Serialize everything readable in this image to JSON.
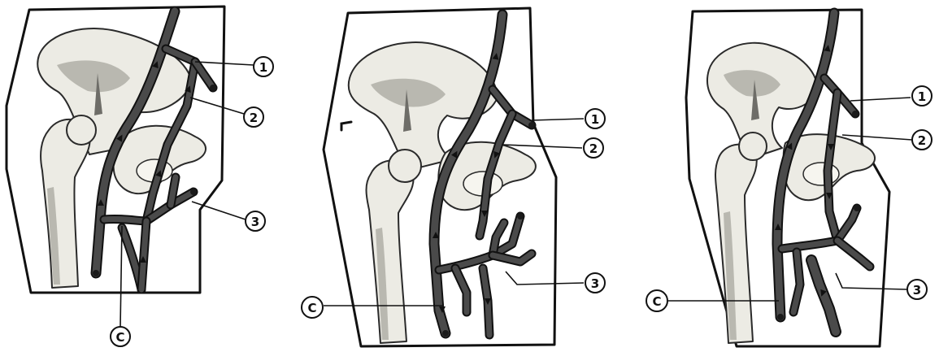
{
  "panels": [
    {
      "labels": {
        "one": "1",
        "two": "2",
        "three": "3",
        "c": "C"
      }
    },
    {
      "labels": {
        "one": "1",
        "two": "2",
        "three": "3",
        "c": "C"
      }
    },
    {
      "labels": {
        "one": "1",
        "two": "2",
        "three": "3",
        "c": "C"
      }
    }
  ]
}
